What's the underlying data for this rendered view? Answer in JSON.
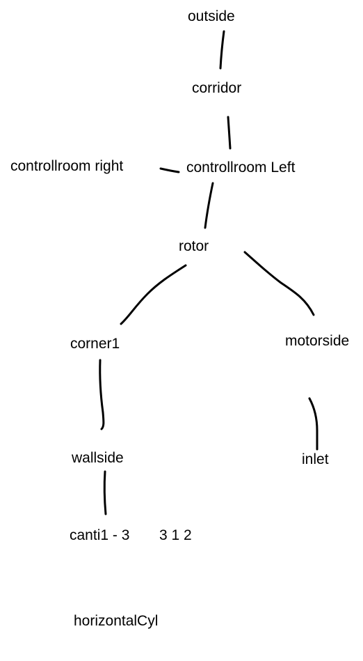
{
  "nodes": {
    "outside": "outside",
    "corridor": "corridor",
    "controllroom_left": "controllroom Left",
    "controllroom_right": "controllroom right",
    "rotor": "rotor",
    "corner1": "corner1",
    "motorside": "motorside",
    "wallside": "wallside",
    "inlet": "inlet",
    "canti": "canti1 - 3",
    "canti_order": "3 1 2",
    "horizontalcyl": "horizontalCyl"
  },
  "colors": {
    "ink": "#000000",
    "background": "#ffffff"
  }
}
